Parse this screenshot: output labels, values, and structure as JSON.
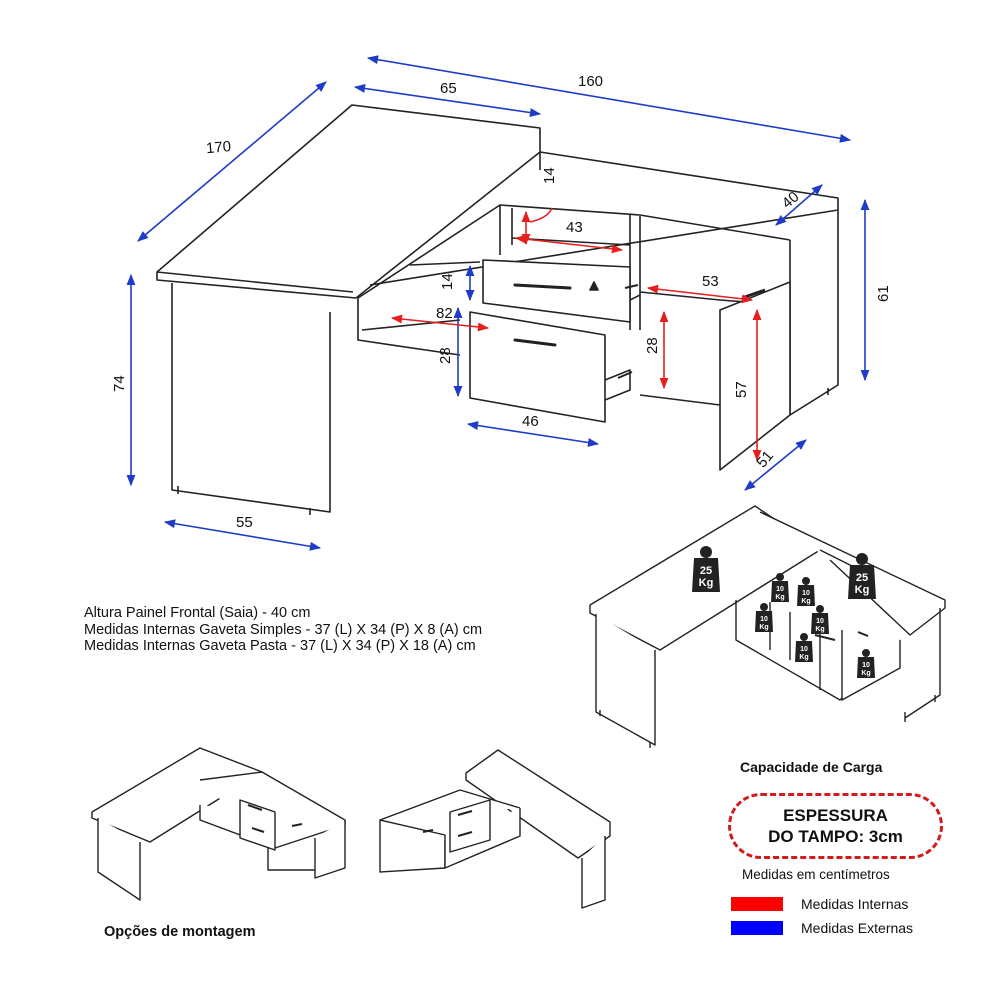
{
  "dimensions": {
    "d170": "170",
    "d65": "65",
    "d160": "160",
    "d40": "40",
    "d14a": "14",
    "d43": "43",
    "d14b": "14",
    "d53": "53",
    "d61": "61",
    "d74": "74",
    "d82": "82",
    "d28a": "28",
    "d28b": "28",
    "d57": "57",
    "d46": "46",
    "d51": "51",
    "d55": "55"
  },
  "notes": {
    "line1": "Altura Painel Frontal (Saia) - 40 cm",
    "line2": "Medidas Internas Gaveta Simples -  37 (L) X 34 (P) X 8 (A) cm",
    "line3": "Medidas Internas Gaveta Pasta -  37 (L) X 34 (P) X 18 (A) cm"
  },
  "load": {
    "w25": "25",
    "w10": "10",
    "unit": "Kg"
  },
  "capacity_title": "Capacidade de Carga",
  "badge": {
    "line1": "ESPESSURA",
    "line2": "DO TAMPO: 3cm"
  },
  "units_note": "Medidas em centímetros",
  "legend": [
    {
      "label": "Medidas Internas",
      "color": "#ff0000"
    },
    {
      "label": "Medidas Externas",
      "color": "#0000ff"
    }
  ],
  "assembly_title": "Opções de montagem",
  "colors": {
    "internal": "#e61e1e",
    "external": "#1e3cc8",
    "line": "#222222"
  }
}
